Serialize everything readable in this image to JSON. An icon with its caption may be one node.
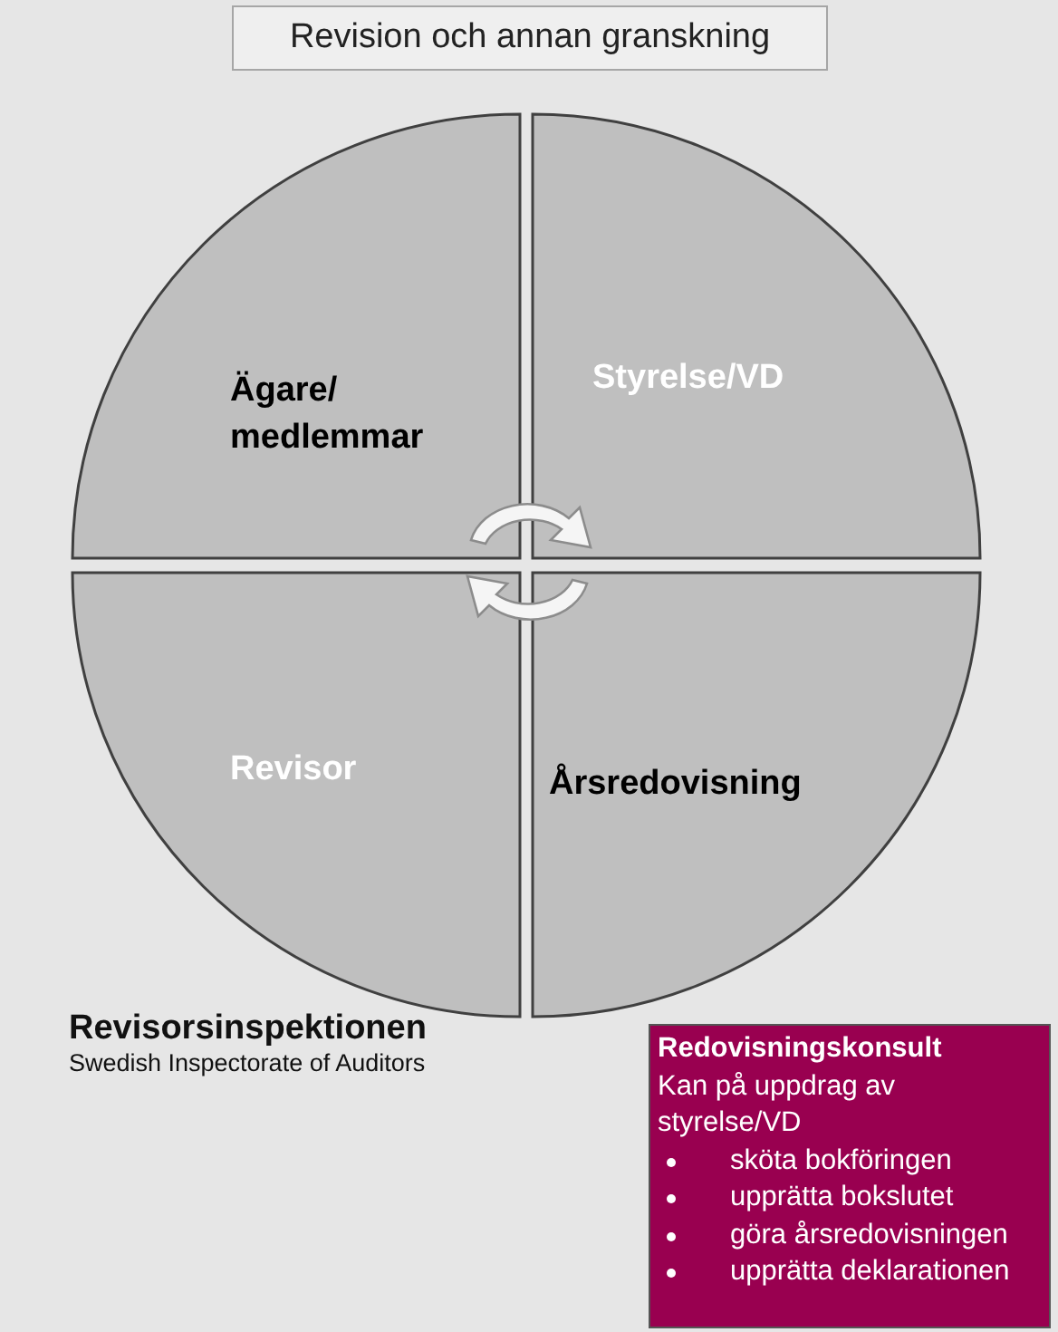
{
  "diagram": {
    "title": "Revision och annan granskning",
    "nodes": [
      {
        "text": [
          "Ägare/ medlemmar"
        ]
      },
      {
        "text": [
          "Styrelse/VD"
        ]
      },
      {
        "text": [
          "Revisor"
        ]
      },
      {
        "text": [
          "Årsredovisning"
        ]
      },
      {
        "text": [
          "Redovisningskonsult",
          "Kan på uppdrag av styrelse/VD",
          "sköta bokföringen",
          "upprätta bokslutet",
          "göra årsredovisningen",
          "upprätta deklarationen"
        ]
      }
    ],
    "labels": [
      "Revisorsinspektionen",
      "Swedish Inspectorate of Auditors"
    ]
  }
}
